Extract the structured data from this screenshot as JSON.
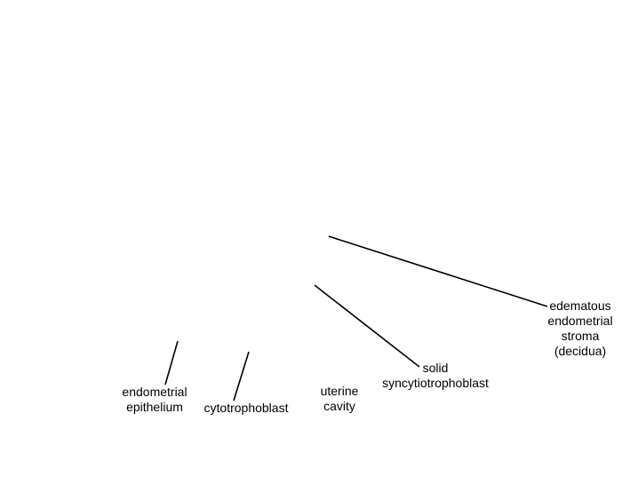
{
  "labels": {
    "endometrial_epithelium": [
      "endometrial",
      "epithelium"
    ],
    "cytotrophoblast": [
      "cytotrophoblast"
    ],
    "uterine_cavity": [
      "uterine",
      "cavity"
    ],
    "solid_syncytiotrophoblast": [
      "solid",
      "syncytiotrophoblast"
    ],
    "edematous_stroma": [
      "edematous",
      "endometrial",
      "stroma",
      "(decidua)"
    ]
  },
  "colors": {
    "leader_line": "#000000",
    "text": "#000000",
    "background": "#ffffff"
  }
}
